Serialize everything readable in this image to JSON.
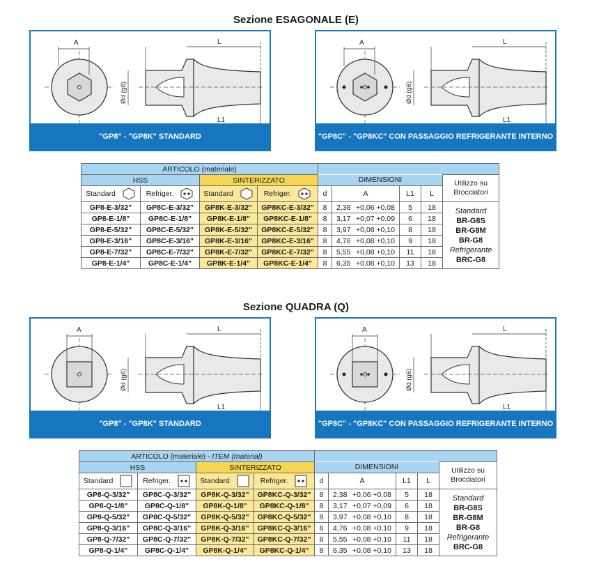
{
  "sections": [
    {
      "title": "Sezione ESAGONALE (E)",
      "panels": [
        {
          "caption": "\"GP8\" - \"GP8K\" STANDARD",
          "labels": {
            "a": "A",
            "l": "L",
            "l1": "L1",
            "d": "Ød (g6)"
          }
        },
        {
          "caption": "\"GP8C\" - \"GP8KC\" CON PASSAGGIO REFRIGERANTE INTERNO",
          "labels": {
            "a": "A",
            "l": "L",
            "l1": "L1",
            "d": "Ød (g6)"
          }
        }
      ],
      "table": {
        "articolo": "ARTICOLO (materiale)",
        "articolo_item": "",
        "hss": "HSS",
        "sinterizzato": "SINTERIZZATO",
        "standard": "Standard",
        "refriger": "Refriger.",
        "dimensioni": "DIMENSIONI",
        "col_d": "d",
        "col_a": "A",
        "col_l1": "L1",
        "col_l": "L",
        "utilizzo": "Utilizzo su Brocciatori",
        "usage": {
          "standard_label": "Standard",
          "standard_items": [
            "BR-G8S",
            "BR-G8M",
            "BR-G8"
          ],
          "refrigerante_label": "Refrigerante",
          "refrigerante_items": [
            "BRC-G8"
          ]
        },
        "rows": [
          {
            "hss_std": "GP8-E-3/32\"",
            "hss_ref": "GP8C-E-3/32\"",
            "sin_std": "GP8K-E-3/32\"",
            "sin_ref": "GP8KC-E-3/32\"",
            "d": "8",
            "a": "2,38",
            "tol": "+0,06 +0,08",
            "l1": "5",
            "l": "18"
          },
          {
            "hss_std": "GP8-E-1/8\"",
            "hss_ref": "GP8C-E-1/8\"",
            "sin_std": "GP8K-E-1/8\"",
            "sin_ref": "GP8KC-E-1/8\"",
            "d": "8",
            "a": "3,17",
            "tol": "+0,07 +0,09",
            "l1": "6",
            "l": "18"
          },
          {
            "hss_std": "GP8-E-5/32\"",
            "hss_ref": "GP8C-E-5/32\"",
            "sin_std": "GP8K-E-5/32\"",
            "sin_ref": "GP8KC-E-5/32\"",
            "d": "8",
            "a": "3,97",
            "tol": "+0,08 +0,10",
            "l1": "8",
            "l": "18"
          },
          {
            "hss_std": "GP8-E-3/16\"",
            "hss_ref": "GP8C-E-3/16\"",
            "sin_std": "GP8K-E-3/16\"",
            "sin_ref": "GP8KC-E-3/16\"",
            "d": "8",
            "a": "4,76",
            "tol": "+0,08 +0,10",
            "l1": "9",
            "l": "18"
          },
          {
            "hss_std": "GP8-E-7/32\"",
            "hss_ref": "GP8C-E-7/32\"",
            "sin_std": "GP8K-E-7/32\"",
            "sin_ref": "GP8KC-E-7/32\"",
            "d": "8",
            "a": "5,55",
            "tol": "+0,08 +0,10",
            "l1": "11",
            "l": "18"
          },
          {
            "hss_std": "GP8-E-1/4\"",
            "hss_ref": "GP8C-E-1/4\"",
            "sin_std": "GP8K-E-1/4\"",
            "sin_ref": "GP8KC-E-1/4\"",
            "d": "8",
            "a": "6,35",
            "tol": "+0,08 +0,10",
            "l1": "13",
            "l": "18"
          }
        ]
      }
    },
    {
      "title": "Sezione QUADRA (Q)",
      "panels": [
        {
          "caption": "\"GP8\" - \"GP8K\" STANDARD",
          "labels": {
            "a": "A",
            "l": "L",
            "l1": "L1",
            "d": "Ød (g6)"
          }
        },
        {
          "caption": "\"GP8C\" - \"GP8KC\" CON PASSAGGIO REFRIGERANTE INTERNO",
          "labels": {
            "a": "A",
            "l": "L",
            "l1": "L1",
            "d": "Ød (g6)"
          }
        }
      ],
      "table": {
        "articolo": "ARTICOLO (materiale)",
        "articolo_item": " - ITEM (material)",
        "hss": "HSS",
        "sinterizzato": "SINTERIZZATO",
        "standard": "Standard",
        "refriger": "Refriger.",
        "dimensioni": "DIMENSIONI",
        "col_d": "d",
        "col_a": "A",
        "col_l1": "L1",
        "col_l": "L",
        "utilizzo": "Utilizzo su Brocciatori",
        "usage": {
          "standard_label": "Standard",
          "standard_items": [
            "BR-G8S",
            "BR-G8M",
            "BR-G8"
          ],
          "refrigerante_label": "Refrigerante",
          "refrigerante_items": [
            "BRC-G8"
          ]
        },
        "rows": [
          {
            "hss_std": "GP8-Q-3/32\"",
            "hss_ref": "GP8C-Q-3/32\"",
            "sin_std": "GP8K-Q-3/32\"",
            "sin_ref": "GP8KC-Q-3/32\"",
            "d": "8",
            "a": "2,38",
            "tol": "+0,06 +0,08",
            "l1": "5",
            "l": "18"
          },
          {
            "hss_std": "GP8-Q-1/8\"",
            "hss_ref": "GP8C-Q-1/8\"",
            "sin_std": "GP8K-Q-1/8\"",
            "sin_ref": "GP8KC-Q-1/8\"",
            "d": "8",
            "a": "3,17",
            "tol": "+0,07 +0,09",
            "l1": "6",
            "l": "18"
          },
          {
            "hss_std": "GP8-Q-5/32\"",
            "hss_ref": "GP8C-Q-5/32\"",
            "sin_std": "GP8K-Q-5/32\"",
            "sin_ref": "GP8KC-Q-5/32\"",
            "d": "8",
            "a": "3,97",
            "tol": "+0,08 +0,10",
            "l1": "8",
            "l": "18"
          },
          {
            "hss_std": "GP8-Q-3/16\"",
            "hss_ref": "GP8C-Q-3/16\"",
            "sin_std": "GP8K-Q-3/16\"",
            "sin_ref": "GP8KC-Q-3/16\"",
            "d": "8",
            "a": "4,76",
            "tol": "+0,08 +0,10",
            "l1": "9",
            "l": "18"
          },
          {
            "hss_std": "GP8-Q-7/32\"",
            "hss_ref": "GP8C-Q-7/32\"",
            "sin_std": "GP8K-Q-7/32\"",
            "sin_ref": "GP8KC-Q-7/32\"",
            "d": "8",
            "a": "5,55",
            "tol": "+0,08 +0,10",
            "l1": "11",
            "l": "18"
          },
          {
            "hss_std": "GP8-Q-1/4\"",
            "hss_ref": "GP8C-Q-1/4\"",
            "sin_std": "GP8K-Q-1/4\"",
            "sin_ref": "GP8KC-Q-1/4\"",
            "d": "8",
            "a": "6,35",
            "tol": "+0,08 +0,10",
            "l1": "13",
            "l": "18"
          }
        ]
      }
    }
  ],
  "colors": {
    "panel_blue": "#1676bf",
    "header_blue": "#a8d5f2",
    "header_yellow": "#f5d552",
    "cell_yellow": "#fbe89a"
  },
  "icons": {
    "hex_standard": "hexagon-icon",
    "hex_refriger": "hexagon-coolant-icon",
    "square_standard": "square-icon",
    "square_refriger": "square-coolant-icon"
  }
}
